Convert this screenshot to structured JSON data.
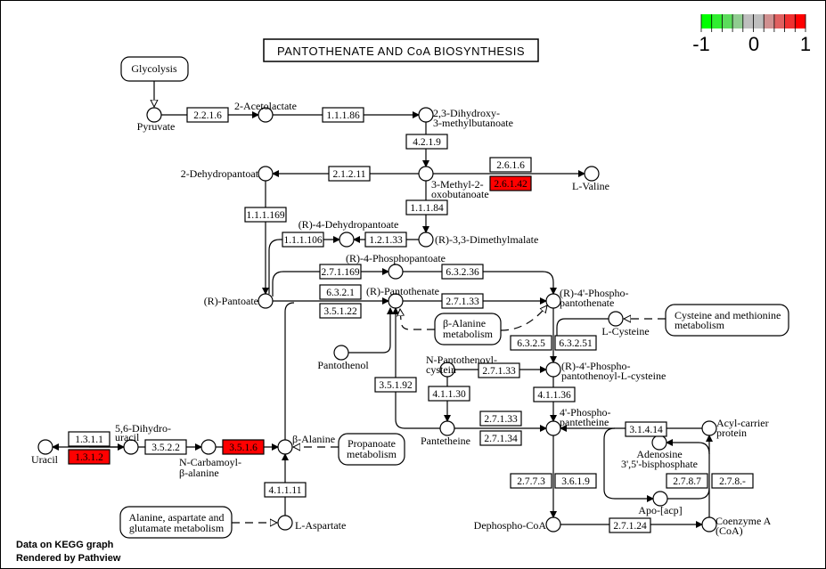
{
  "title": "PANTOTHENATE AND CoA BIOSYNTHESIS",
  "legend": {
    "ticks": [
      "-1",
      "0",
      "1"
    ],
    "colors": [
      "#00FF00",
      "#30EE30",
      "#5CDC5C",
      "#90CC90",
      "#BEBEBE",
      "#BEBEBE",
      "#D09090",
      "#E06060",
      "#F03030",
      "#FF0000"
    ]
  },
  "footer": {
    "line1": "Data on KEGG graph",
    "line2": "Rendered by Pathview"
  },
  "maps": {
    "glycolysis": [
      "Glycolysis"
    ],
    "beta_alanine": [
      "β-Alanine",
      "metabolism"
    ],
    "cysteine": [
      "Cysteine and methionine",
      "metabolism"
    ],
    "propanoate": [
      "Propanoate",
      "metabolism"
    ],
    "alanine": [
      "Alanine, aspartate and",
      "glutamate metabolism"
    ]
  },
  "compounds": {
    "pyruvate": [
      "Pyruvate"
    ],
    "acetolactate": [
      "2-Acetolactate"
    ],
    "dihydroxy": [
      "2,3-Dihydroxy-",
      "3-methylbutanoate"
    ],
    "methyl_oxo": [
      "3-Methyl-2-",
      "oxobutanoate"
    ],
    "valine": [
      "L-Valine"
    ],
    "dehydropantoate": [
      "2-Dehydropantoat"
    ],
    "r4_dehydro": [
      "(R)-4-Dehydropantoate"
    ],
    "dimethylmalate": [
      "(R)-3,3-Dimethylmalate"
    ],
    "phosphopantoate": [
      "(R)-4-Phosphopantoate"
    ],
    "pantoate": [
      "(R)-Pantoate"
    ],
    "pantothenate": [
      "(R)-Pantothenate"
    ],
    "p_pantothenate": [
      "(R)-4'-Phospho-",
      "pantothenate"
    ],
    "cysteine": [
      "L-Cysteine"
    ],
    "pantothenol": [
      "Pantothenol"
    ],
    "n_pantothenoyl": [
      "N-Pantothenoyl-",
      "cystein"
    ],
    "p_pantothenoyl_cys": [
      "(R)-4'-Phospho-",
      "pantothenoyl-L-cysteine"
    ],
    "pantetheine": [
      "Pantetheine"
    ],
    "p_pantetheine": [
      "4'-Phospho-",
      "pantetheine"
    ],
    "acp": [
      "Acyl-carrier",
      "protein"
    ],
    "adenosine": [
      "Adenosine",
      "3',5'-bisphosphate"
    ],
    "apo_acp": [
      "Apo-[acp]"
    ],
    "coa": [
      "Coenzyme A",
      "(CoA)"
    ],
    "dephospho_coa": [
      "Dephospho-CoA"
    ],
    "uracil": [
      "Uracil"
    ],
    "dihydrouracil": [
      "5,6-Dihydro-",
      "uracil"
    ],
    "carbamoyl": [
      "N-Carbamoyl-",
      "β-alanine"
    ],
    "beta_alanine": [
      "β-Alanine"
    ],
    "aspartate": [
      "L-Aspartate"
    ]
  },
  "enzymes": [
    {
      "label": "2.2.1.6",
      "fill": "#FFFFFF"
    },
    {
      "label": "1.1.1.86",
      "fill": "#FFFFFF"
    },
    {
      "label": "4.2.1.9",
      "fill": "#FFFFFF"
    },
    {
      "label": "2.1.2.11",
      "fill": "#FFFFFF"
    },
    {
      "label": "2.6.1.6",
      "fill": "#FFFFFF"
    },
    {
      "label": "2.6.1.42",
      "fill": "#FF0000"
    },
    {
      "label": "1.1.1.84",
      "fill": "#FFFFFF"
    },
    {
      "label": "1.1.1.169",
      "fill": "#FFFFFF"
    },
    {
      "label": "1.1.1.106",
      "fill": "#FFFFFF"
    },
    {
      "label": "1.2.1.33",
      "fill": "#FFFFFF"
    },
    {
      "label": "2.7.1.169",
      "fill": "#FFFFFF"
    },
    {
      "label": "6.3.2.36",
      "fill": "#FFFFFF"
    },
    {
      "label": "6.3.2.1",
      "fill": "#FFFFFF"
    },
    {
      "label": "3.5.1.22",
      "fill": "#FFFFFF"
    },
    {
      "label": "2.7.1.33",
      "fill": "#FFFFFF"
    },
    {
      "label": "6.3.2.5",
      "fill": "#FFFFFF"
    },
    {
      "label": "6.3.2.51",
      "fill": "#FFFFFF"
    },
    {
      "label": "2.7.1.33",
      "fill": "#FFFFFF"
    },
    {
      "label": "3.5.1.92",
      "fill": "#FFFFFF"
    },
    {
      "label": "4.1.1.30",
      "fill": "#FFFFFF"
    },
    {
      "label": "4.1.1.36",
      "fill": "#FFFFFF"
    },
    {
      "label": "2.7.1.33",
      "fill": "#FFFFFF"
    },
    {
      "label": "2.7.1.34",
      "fill": "#FFFFFF"
    },
    {
      "label": "3.1.4.14",
      "fill": "#FFFFFF"
    },
    {
      "label": "2.7.8.7",
      "fill": "#FFFFFF"
    },
    {
      "label": "2.7.8.-",
      "fill": "#FFFFFF"
    },
    {
      "label": "2.7.7.3",
      "fill": "#FFFFFF"
    },
    {
      "label": "3.6.1.9",
      "fill": "#FFFFFF"
    },
    {
      "label": "2.7.1.24",
      "fill": "#FFFFFF"
    },
    {
      "label": "1.3.1.1",
      "fill": "#FFFFFF"
    },
    {
      "label": "1.3.1.2",
      "fill": "#FF0000"
    },
    {
      "label": "3.5.2.2",
      "fill": "#FFFFFF"
    },
    {
      "label": "3.5.1.6",
      "fill": "#FF0000"
    },
    {
      "label": "4.1.1.11",
      "fill": "#FFFFFF"
    }
  ]
}
